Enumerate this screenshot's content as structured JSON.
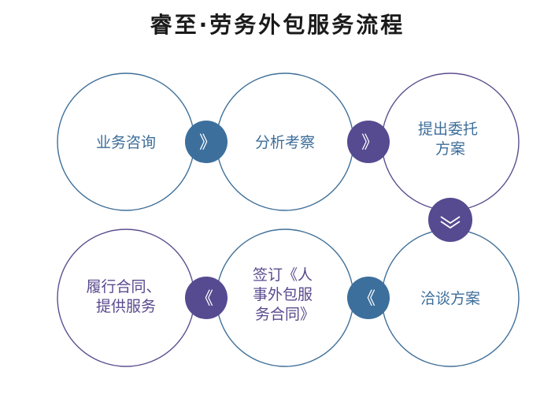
{
  "title": "睿至·劳务外包服务流程",
  "steps": [
    {
      "lines": [
        "业务咨询"
      ]
    },
    {
      "lines": [
        "分析考察"
      ]
    },
    {
      "lines": [
        "提出委托",
        "方案"
      ]
    },
    {
      "lines": [
        "洽谈方案"
      ]
    },
    {
      "lines": [
        "签订《人",
        "事外包服",
        "务合同》"
      ]
    },
    {
      "lines": [
        "履行合同、",
        "提供服务"
      ]
    }
  ],
  "arrows": {
    "right": "》",
    "left": "《"
  },
  "colors": {
    "blue": "#3c6f9c",
    "purple": "#564a90",
    "title": "#1a1a1a"
  }
}
